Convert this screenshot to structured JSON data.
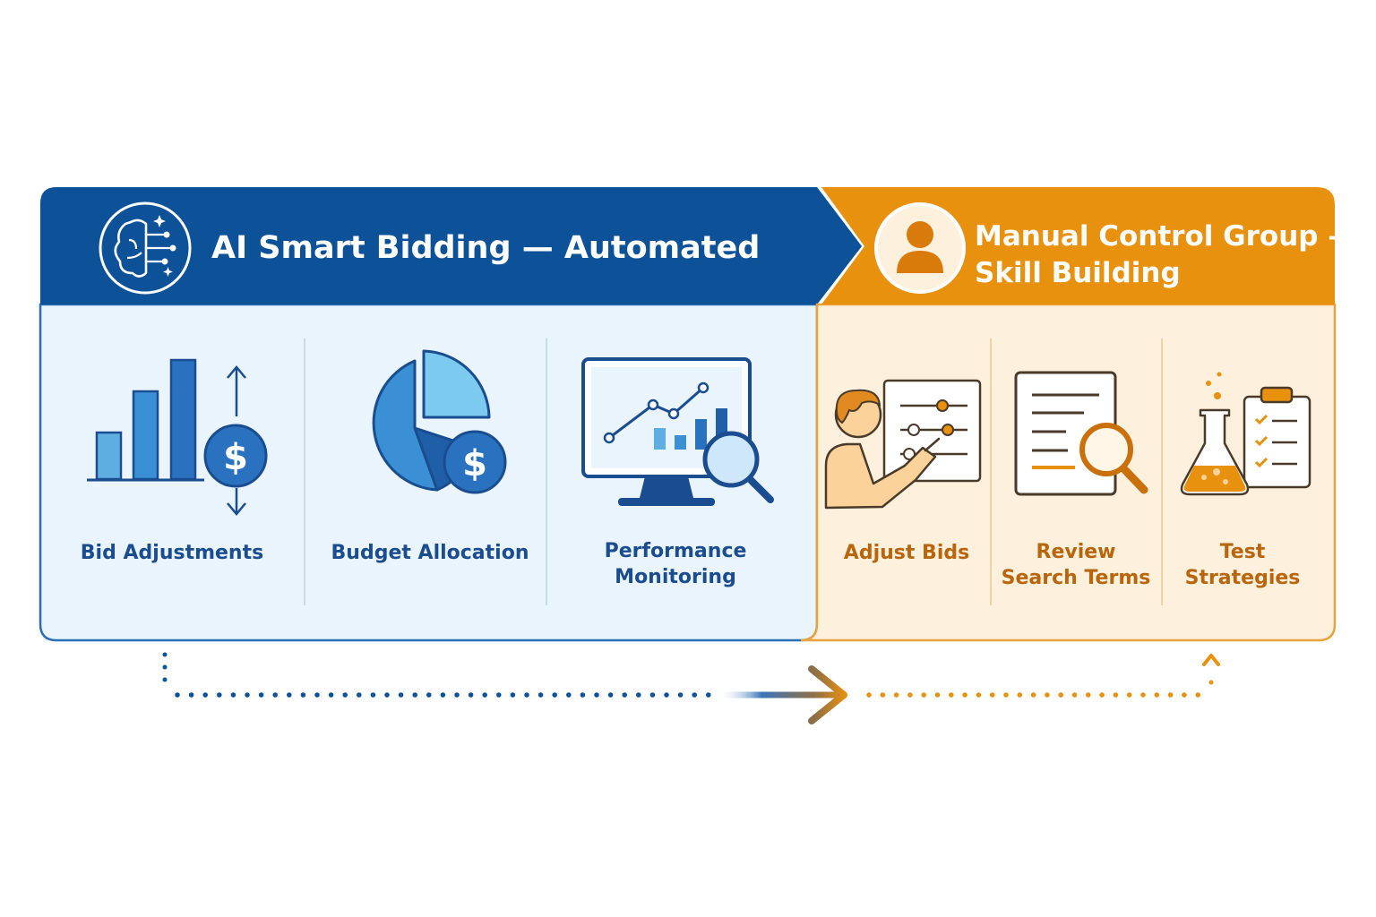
{
  "left_panel": {
    "title": "AI Smart Bidding — Automated",
    "header_color": "#0d5199",
    "body_color": "#eaf4fd",
    "icon": "brain-circuit-icon",
    "items": [
      {
        "label": "Bid Adjustments",
        "icon": "bar-chart-dollar-icon"
      },
      {
        "label": "Budget Allocation",
        "icon": "pie-chart-dollar-icon"
      },
      {
        "label_line1": "Performance",
        "label_line2": "Monitoring",
        "icon": "monitor-magnifier-icon"
      }
    ]
  },
  "right_panel": {
    "title_line1": "Manual Control Group —",
    "title_line2": "Skill Building",
    "header_color": "#e8910f",
    "body_color": "#fdf0dc",
    "icon": "person-icon",
    "items": [
      {
        "label": "Adjust Bids",
        "icon": "person-sliders-icon"
      },
      {
        "label_line1": "Review",
        "label_line2": "Search Terms",
        "icon": "document-magnifier-icon"
      },
      {
        "label_line1": "Test",
        "label_line2": "Strategies",
        "icon": "flask-checklist-icon"
      }
    ]
  },
  "flow_arrow": {
    "icon": "dotted-flow-arrow-icon",
    "blue": "#0d5199",
    "orange": "#e8910f"
  }
}
